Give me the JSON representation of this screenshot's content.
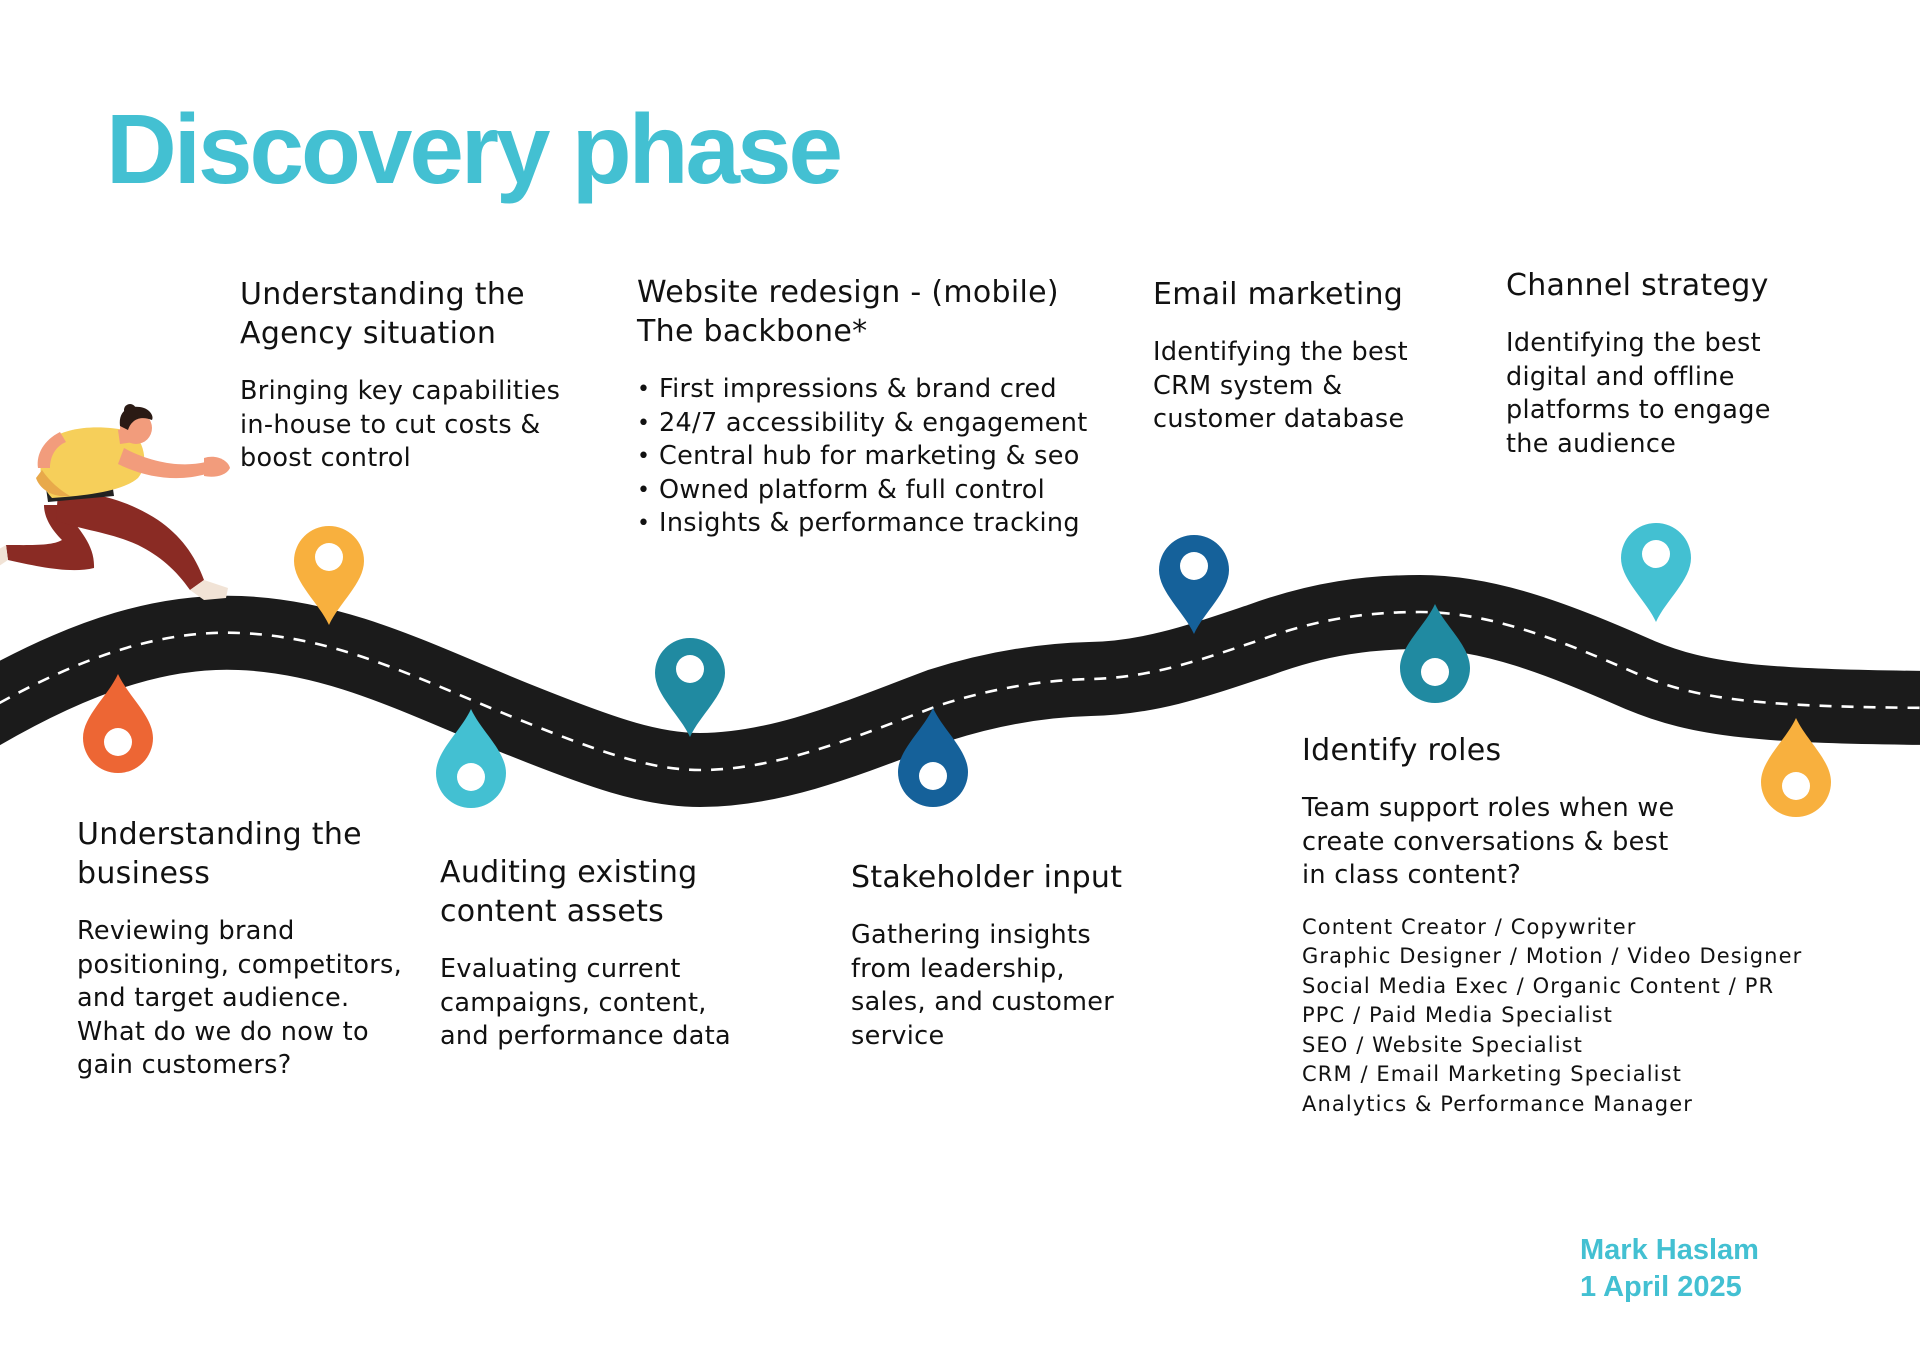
{
  "title": "Discovery phase",
  "colors": {
    "accent": "#43c0d2",
    "road": "#1b1b1b",
    "orange": "#ed6634",
    "amber": "#f8b03e",
    "cyan": "#43c0d2",
    "teal": "#208aa1",
    "navy": "#15619a"
  },
  "milestones": [
    {
      "heading": "Understanding the\nAgency situation",
      "text": "Bringing key capabilities\nin-house to cut costs &\nboost control",
      "pin": "location-pin-icon",
      "pin_color": "#f8b03e"
    },
    {
      "heading": "Website redesign - (mobile)\nThe backbone*",
      "bullets": [
        "First impressions & brand cred",
        "24/7 accessibility & engagement",
        "Central hub for marketing & seo",
        "Owned platform & full control",
        "Insights & performance tracking"
      ],
      "pin": "location-pin-icon",
      "pin_color": "#208aa1"
    },
    {
      "heading": "Email marketing",
      "text": "Identifying the best\nCRM system &\ncustomer database",
      "pin": "location-pin-icon",
      "pin_color": "#15619a"
    },
    {
      "heading": "Channel strategy",
      "text": "Identifying the best\ndigital and offline\nplatforms to engage\nthe audience",
      "pin": "location-pin-icon",
      "pin_color": "#43c0d2"
    },
    {
      "heading": "Understanding the\nbusiness",
      "text": "Reviewing brand\npositioning, competitors,\nand target audience.\nWhat do we do now to\ngain customers?",
      "pin": "drop-pin-icon",
      "pin_color": "#ed6634"
    },
    {
      "heading": "Auditing existing\ncontent assets",
      "text": "Evaluating current\ncampaigns, content,\nand performance data",
      "pin": "drop-pin-icon",
      "pin_color": "#43c0d2"
    },
    {
      "heading": "Stakeholder input",
      "text": "Gathering insights\nfrom leadership,\nsales, and customer\nservice",
      "pin": "drop-pin-icon",
      "pin_color": "#15619a"
    },
    {
      "heading": "Identify roles",
      "text": "Team support roles when we\ncreate conversations & best\nin class content?",
      "roles": [
        "Content Creator / Copywriter",
        "Graphic Designer / Motion / Video Designer",
        "Social Media Exec /  Organic Content / PR",
        "PPC / Paid Media Specialist",
        "SEO / Website Specialist",
        "CRM / Email Marketing Specialist",
        "Analytics & Performance Manager"
      ],
      "pin": "drop-pin-icon",
      "pin_color": "#208aa1"
    }
  ],
  "end_pin": {
    "pin": "drop-pin-icon",
    "pin_color": "#f8b03e"
  },
  "signature": {
    "name": "Mark Haslam",
    "date": "1 April 2025"
  }
}
